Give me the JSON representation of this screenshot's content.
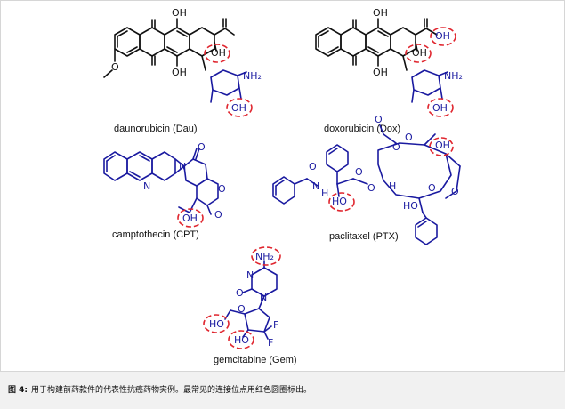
{
  "molecules": {
    "daunorubicin": {
      "name": "daunorubicin (Dau)",
      "atoms": {
        "oh1": "OH",
        "oh2": "OH",
        "oh3": "OH",
        "oh4": "OH",
        "nh2": "NH₂",
        "o_methoxy": "O"
      }
    },
    "doxorubicin": {
      "name": "doxorubicin (Dox)",
      "atoms": {
        "oh1": "OH",
        "oh2": "OH",
        "oh3": "OH",
        "oh4": "OH",
        "oh5": "OH",
        "nh2": "NH₂"
      }
    },
    "camptothecin": {
      "name": "camptothecin (CPT)",
      "atoms": {
        "n1": "N",
        "n2": "N",
        "oh": "OH",
        "o1": "O",
        "o2": "O",
        "o3": "O"
      }
    },
    "paclitaxel": {
      "name": "paclitaxel (PTX)",
      "atoms": {
        "nh": "N",
        "h": "H",
        "oh1": "OH",
        "oh2": "HO",
        "ho3": "HO",
        "o1": "O",
        "o2": "O",
        "o3": "O",
        "o4": "O",
        "o5": "O",
        "o6": "O",
        "o7": "O",
        "o8": "O",
        "h2": "H"
      }
    },
    "gemcitabine": {
      "name": "gemcitabine (Gem)",
      "atoms": {
        "nh2": "NH₂",
        "n1": "N",
        "n2": "N",
        "o1": "O",
        "o2": "O",
        "ho1": "HO",
        "ho2": "HO",
        "f1": "F",
        "f2": "F"
      }
    }
  },
  "caption": {
    "label": "图 4:",
    "text": "用于构建前药款件的代表性抗癌药物实例。最常见的连接位点用红色圆圈标出。"
  },
  "colors": {
    "bonds": "#1a1aa0",
    "highlight": "#e0262f",
    "caption_bg": "#f1f1f1"
  }
}
